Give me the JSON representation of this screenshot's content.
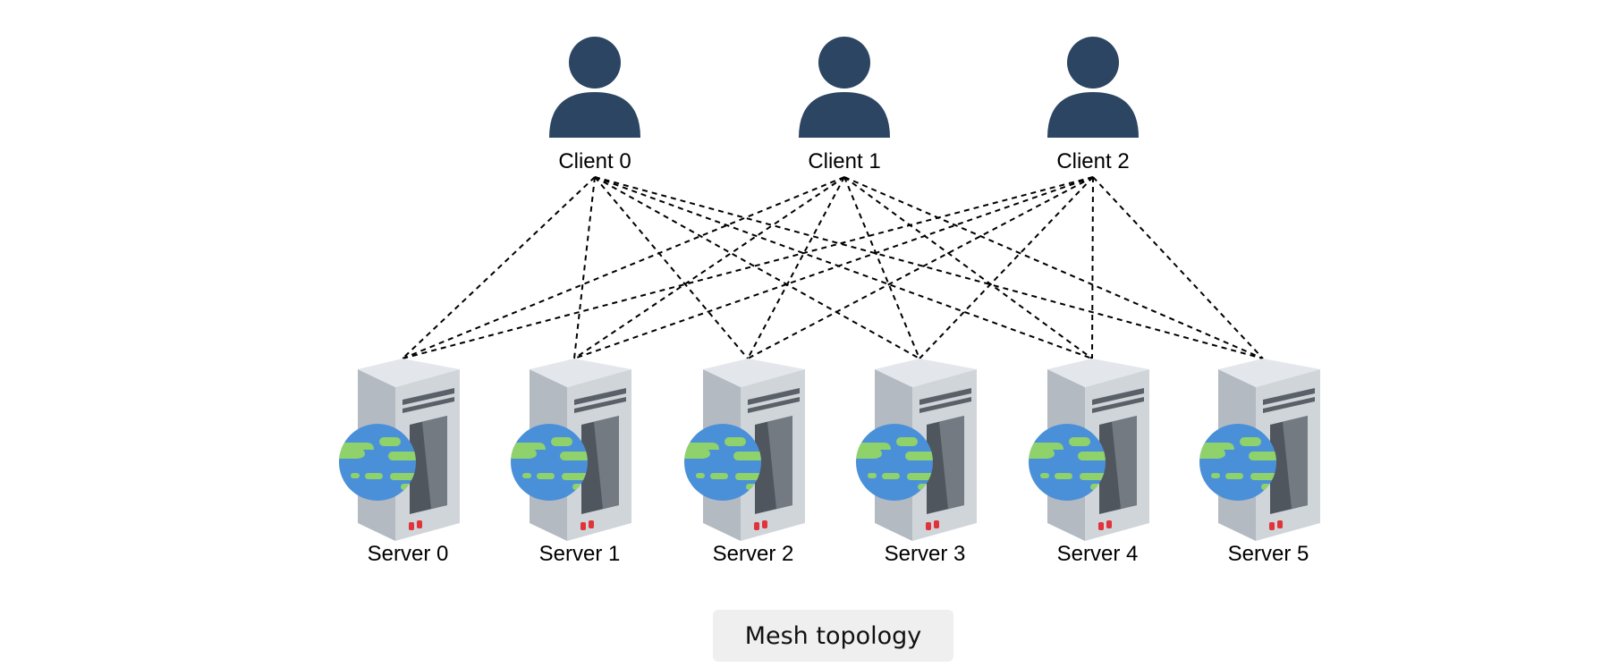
{
  "diagram": {
    "caption": "Mesh topology",
    "colors": {
      "client_icon": "#2b4562",
      "link_line": "#000000",
      "globe_ocean": "#4a90d9",
      "globe_land": "#8fd16a",
      "server_body": "#d0d5da",
      "server_led": "#e0343a"
    },
    "link_style": "dashed",
    "clients": [
      {
        "id": "c0",
        "label": "Client 0",
        "icon": "user-icon"
      },
      {
        "id": "c1",
        "label": "Client 1",
        "icon": "user-icon"
      },
      {
        "id": "c2",
        "label": "Client 2",
        "icon": "user-icon"
      }
    ],
    "servers": [
      {
        "id": "s0",
        "label": "Server 0",
        "icon": "server-globe-icon"
      },
      {
        "id": "s1",
        "label": "Server 1",
        "icon": "server-globe-icon"
      },
      {
        "id": "s2",
        "label": "Server 2",
        "icon": "server-globe-icon"
      },
      {
        "id": "s3",
        "label": "Server 3",
        "icon": "server-globe-icon"
      },
      {
        "id": "s4",
        "label": "Server 4",
        "icon": "server-globe-icon"
      },
      {
        "id": "s5",
        "label": "Server 5",
        "icon": "server-globe-icon"
      }
    ],
    "links": [
      [
        "c0",
        "s0"
      ],
      [
        "c0",
        "s1"
      ],
      [
        "c0",
        "s2"
      ],
      [
        "c0",
        "s3"
      ],
      [
        "c0",
        "s4"
      ],
      [
        "c0",
        "s5"
      ],
      [
        "c1",
        "s0"
      ],
      [
        "c1",
        "s1"
      ],
      [
        "c1",
        "s2"
      ],
      [
        "c1",
        "s3"
      ],
      [
        "c1",
        "s4"
      ],
      [
        "c1",
        "s5"
      ],
      [
        "c2",
        "s0"
      ],
      [
        "c2",
        "s1"
      ],
      [
        "c2",
        "s2"
      ],
      [
        "c2",
        "s3"
      ],
      [
        "c2",
        "s4"
      ],
      [
        "c2",
        "s5"
      ]
    ]
  }
}
